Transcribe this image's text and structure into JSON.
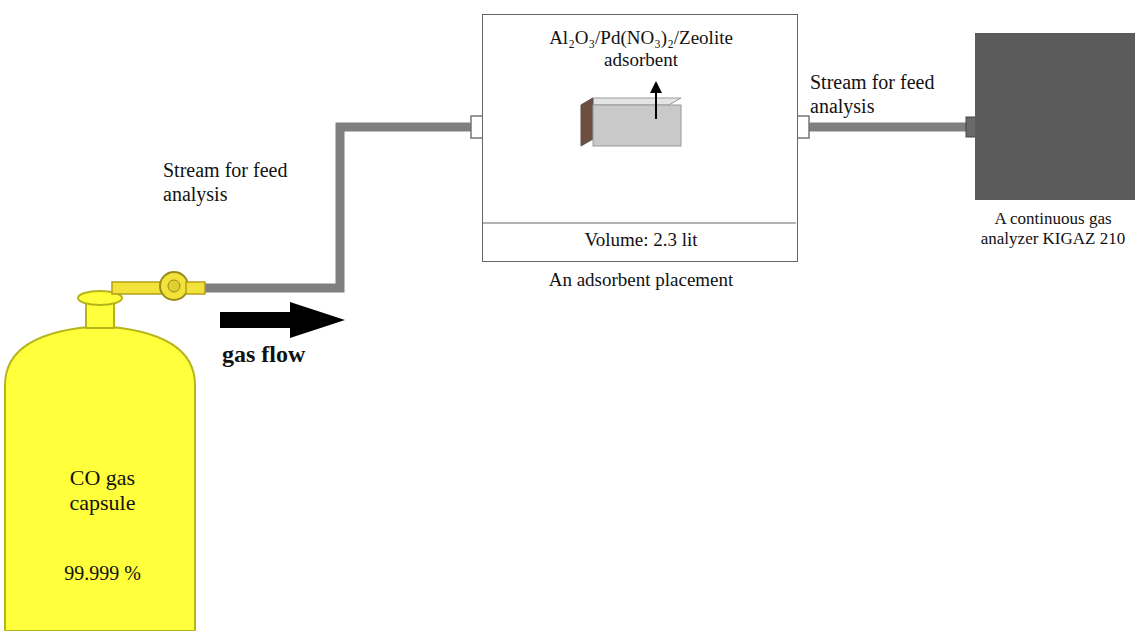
{
  "diagram": {
    "nodes": [
      {
        "text": [
          "CO gas capsule",
          "99.999 %"
        ]
      },
      {
        "text": [
          "Al₂O₃/Pd(NO₃)₂/Zeolite adsorbent",
          "Volume: 2.3 lit",
          "An adsorbent placement"
        ]
      },
      {
        "text": [
          "A continuous gas analyzer KIGAZ 210"
        ]
      }
    ],
    "edges": [
      {
        "from": 0,
        "to": 1,
        "arrow": "none"
      },
      {
        "from": 1,
        "to": 2,
        "arrow": "none"
      }
    ],
    "labels": [
      "Stream for feed analysis",
      "Stream for feed analysis",
      "gas flow"
    ]
  }
}
